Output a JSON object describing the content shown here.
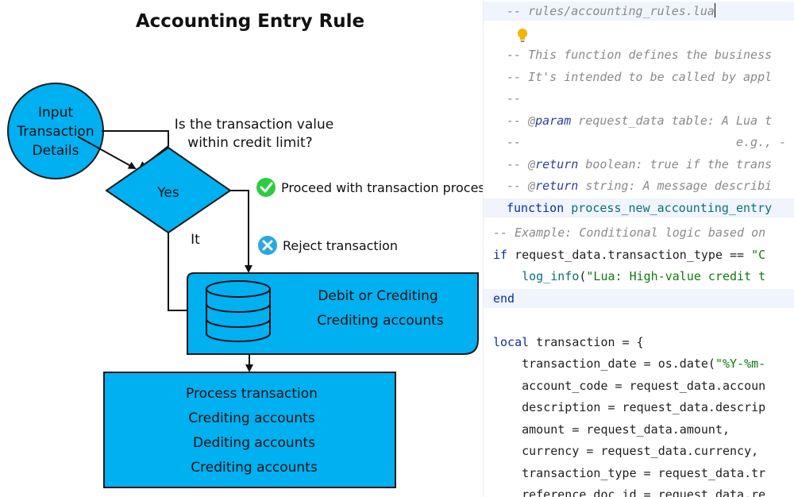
{
  "diagram": {
    "title": "Accounting Entry Rule",
    "input_node": [
      "Input",
      "Transaction",
      "Details"
    ],
    "question": [
      "Is the transaction value",
      "within credit limit?"
    ],
    "decision": "Yes",
    "branch_label": "It",
    "proceed": "Proceed with transaction processing",
    "reject": "Reject transaction",
    "database_box": [
      "Debit or Crediting",
      "Crediting accounts"
    ],
    "process_box": [
      "Process transaction",
      "Crediting accounts",
      "Dediting accounts",
      "Crediting accounts"
    ],
    "colors": {
      "fill": "#00b0f0",
      "stroke": "#1a1a1a",
      "check": "#2ecc40",
      "reject": "#29a8e0"
    }
  },
  "editor": {
    "lines": [
      [
        [
          "cm",
          "-- rules/accounting_rules.lua"
        ]
      ],
      [],
      [
        [
          "cm",
          "-- This function defines the business"
        ]
      ],
      [
        [
          "cm",
          "-- It's intended to be called by appl"
        ]
      ],
      [
        [
          "cm",
          "--"
        ]
      ],
      [
        [
          "cm",
          "-- @"
        ],
        [
          "tag",
          "param"
        ],
        [
          "cm",
          " request_data table: A Lua t"
        ]
      ],
      [
        [
          "cm",
          "--                              e.g., -"
        ]
      ],
      [
        [
          "cm",
          "-- @"
        ],
        [
          "tag",
          "return"
        ],
        [
          "cm",
          " boolean: true if the trans"
        ]
      ],
      [
        [
          "cm",
          "-- @"
        ],
        [
          "tag",
          "return"
        ],
        [
          "cm",
          " string: A message describi"
        ]
      ],
      [
        [
          "kw",
          "function "
        ],
        [
          "fn",
          "process_new_accounting_entry"
        ]
      ],
      [
        [
          "cm",
          "-- Example: Conditional logic based on"
        ]
      ],
      [
        [
          "kw",
          "if"
        ],
        [
          "",
          " request_data.transaction_type == "
        ],
        [
          "str",
          "\"C"
        ]
      ],
      [
        [
          "",
          "    "
        ],
        [
          "fn",
          "log_info"
        ],
        [
          "",
          "("
        ],
        [
          "str",
          "\"Lua: High-value credit t"
        ]
      ],
      [
        [
          "kw",
          "end"
        ]
      ],
      [],
      [
        [
          "kw",
          "local"
        ],
        [
          "",
          " transaction = {"
        ]
      ],
      [
        [
          "",
          "    transaction_date = os.date("
        ],
        [
          "str",
          "\"%Y-%m-"
        ]
      ],
      [
        [
          "",
          "    account_code = request_data.accoun"
        ]
      ],
      [
        [
          "",
          "    description = request_data.descrip"
        ]
      ],
      [
        [
          "",
          "    amount = request_data.amount,"
        ]
      ],
      [
        [
          "",
          "    currency = request_data.currency,"
        ]
      ],
      [
        [
          "",
          "    transaction_type = request_data.tr"
        ]
      ],
      [
        [
          "",
          "    reference_doc_id = request_data.re"
        ]
      ]
    ]
  }
}
